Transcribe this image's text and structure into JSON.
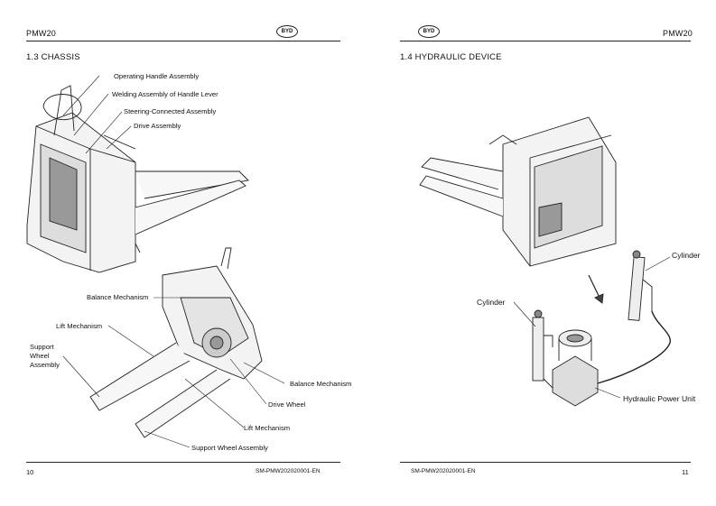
{
  "left_page": {
    "header_model": "PMW20",
    "logo_text": "BYD",
    "section_title": "1.3 CHASSIS",
    "top_figure_labels": {
      "operating_handle": "Operating Handle Assembly",
      "welding_handle_lever": "Welding Assembly of Handle Lever",
      "steering_connected": "Steering-Connected Assembly",
      "drive_assembly": "Drive Assembly"
    },
    "bottom_figure_labels": {
      "balance_left": "Balance Mechanism",
      "lift_left": "Lift Mechanism",
      "support_wheel_left": "Support\nWheel\nAssembly",
      "balance_right": "Balance Mechanism",
      "drive_wheel": "Drive Wheel",
      "lift_right": "Lift Mechanism",
      "support_wheel_bottom": "Support Wheel Assembly"
    },
    "page_number": "10",
    "footer_code": "SM-PMW202020001-EN"
  },
  "right_page": {
    "logo_text": "BYD",
    "header_model": "PMW20",
    "section_title": "1.4 HYDRAULIC DEVICE",
    "figure_labels": {
      "cylinder_right": "Cylinder",
      "cylinder_left": "Cylinder",
      "hydraulic_power_unit": "Hydraulic Power Unit"
    },
    "footer_code": "SM-PMW202020001-EN",
    "page_number": "11"
  }
}
